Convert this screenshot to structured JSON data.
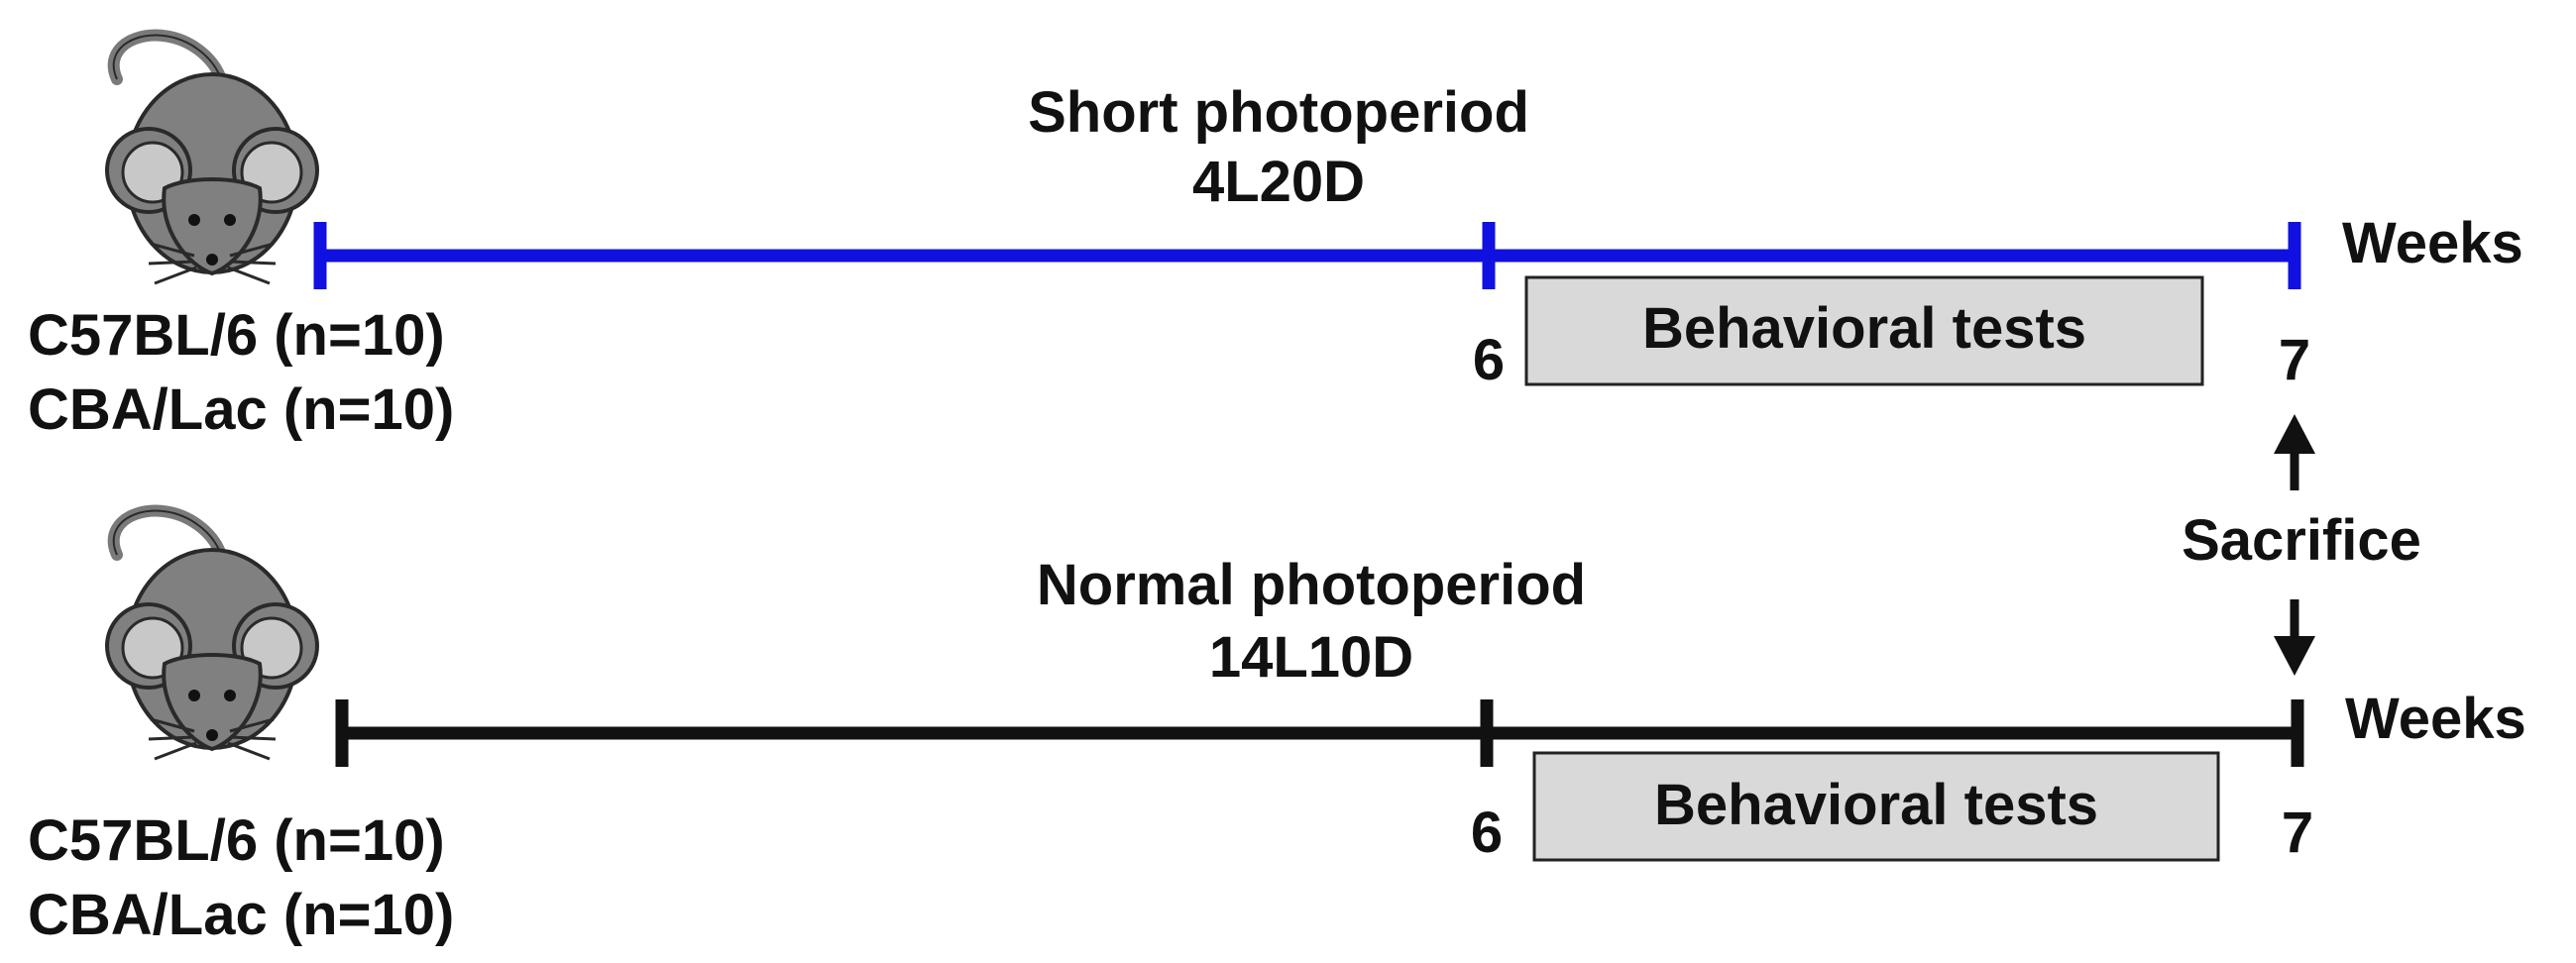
{
  "colors": {
    "short_line": "#1010e0",
    "normal_line": "#111111",
    "box_fill": "#d9d9d9",
    "box_stroke": "#222222",
    "mouse_body": "#808080",
    "mouse_ear_inner": "#c8c8c8",
    "mouse_outline": "#2a2a2a"
  },
  "short": {
    "title": "Short photoperiod",
    "schedule": "4L20D",
    "strain1": "C57BL/6 (n=10)",
    "strain2": "CBA/Lac (n=10)",
    "box": "Behavioral tests",
    "tick6": "6",
    "tick7": "7",
    "unit": "Weeks"
  },
  "normal": {
    "title": "Normal photoperiod",
    "schedule": "14L10D",
    "strain1": "C57BL/6 (n=10)",
    "strain2": "CBA/Lac (n=10)",
    "box": "Behavioral tests",
    "tick6": "6",
    "tick7": "7",
    "unit": "Weeks"
  },
  "sacrifice": "Sacrifice"
}
